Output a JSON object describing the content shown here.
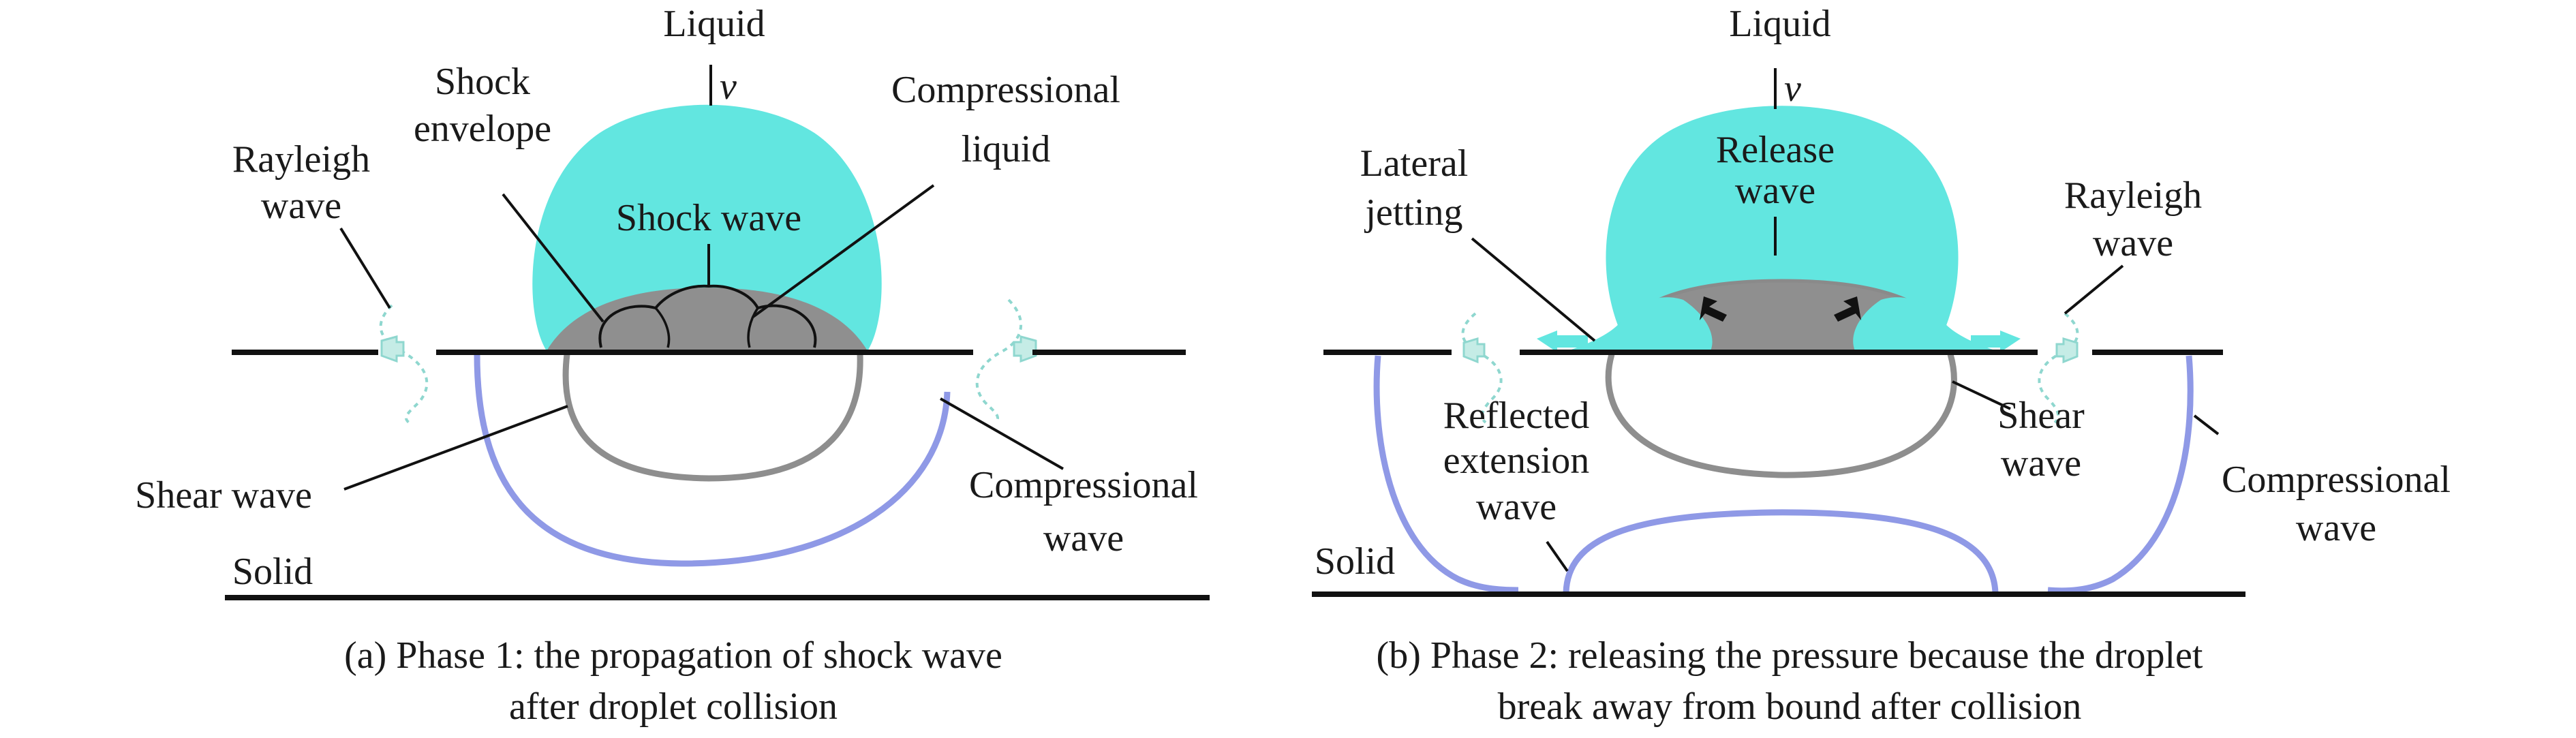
{
  "panel_a": {
    "labels": {
      "liquid": "Liquid",
      "velocity": "v",
      "shock_envelope_1": "Shock",
      "shock_envelope_2": "envelope",
      "compressional_liquid_1": "Compressional",
      "compressional_liquid_2": "liquid",
      "rayleigh_wave_1": "Rayleigh",
      "rayleigh_wave_2": "wave",
      "shock_wave": "Shock wave",
      "shear_wave": "Shear wave",
      "compressional_wave_1": "Compressional",
      "compressional_wave_2": "wave",
      "solid": "Solid"
    },
    "caption_line1": "(a) Phase 1: the propagation of shock wave",
    "caption_line2": "after droplet collision"
  },
  "panel_b": {
    "labels": {
      "liquid": "Liquid",
      "velocity": "v",
      "release_wave_1": "Release",
      "release_wave_2": "wave",
      "lateral_jetting_1": "Lateral",
      "lateral_jetting_2": "jetting",
      "rayleigh_wave_1": "Rayleigh",
      "rayleigh_wave_2": "wave",
      "reflected_extension_wave_1": "Reflected",
      "reflected_extension_wave_2": "extension",
      "reflected_extension_wave_3": "wave",
      "shear_wave_1": "Shear",
      "shear_wave_2": "wave",
      "compressional_wave_1": "Compressional",
      "compressional_wave_2": "wave",
      "solid": "Solid"
    },
    "caption_line1": "(b) Phase 2: releasing the pressure because the droplet",
    "caption_line2": "break away from bound after collision"
  },
  "colors": {
    "droplet": "#62e6e0",
    "compressed_region": "#8f8f8f",
    "compressional_wave": "#8f99e6",
    "shear_wave": "#8e8e8e",
    "rayleigh_wave": "#8fd7cf",
    "black": "#111111"
  }
}
